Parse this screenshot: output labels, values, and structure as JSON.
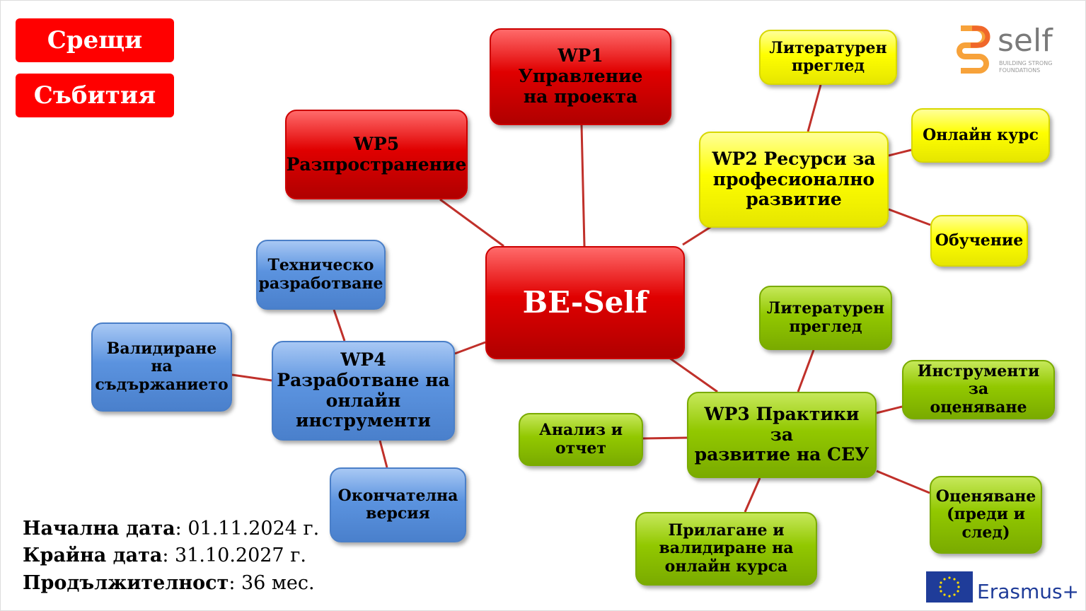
{
  "buttons": {
    "meetings": "Срещи",
    "events": "Събития"
  },
  "nodes": {
    "center": "BE-Self",
    "wp1": "WP1 Управление\nна проекта",
    "wp5": "WP5\nРазпространение",
    "wp2": "WP2 Ресурси за\nпрофесионално\nразвитие",
    "wp2_lit": "Литературен\nпреглед",
    "wp2_course": "Онлайн курс",
    "wp2_training": "Обучение",
    "wp4": "WP4\nРазработване на\nонлайн\nинструменти",
    "wp4_tech": "Техническо\nразработване",
    "wp4_valid": "Валидиране на\nсъдържанието",
    "wp4_final": "Окончателна\nверсия",
    "wp3": "WP3 Практики за\nразвитие на СЕУ",
    "wp3_lit": "Литературен\nпреглед",
    "wp3_tools": "Инструменти за\nоценяване",
    "wp3_analysis": "Анализ и\nотчет",
    "wp3_eval": "Оценяване\n(преди и\nслед)",
    "wp3_apply": "Прилагане и\nвалидиране на\nонлайн курса"
  },
  "info": {
    "start_label": "Начална дата",
    "start_value": ": 01.11.2024 г.",
    "end_label": "Крайна дата",
    "end_value": ": 31.10.2027 г.",
    "duration_label": "Продължителност",
    "duration_value": ": 36 мес."
  },
  "logos": {
    "self_word": "self",
    "self_tagline1": "BUILDING STRONG",
    "self_tagline2": "FOUNDATIONS",
    "erasmus": "Erasmus+"
  },
  "colors": {
    "red": "#e00000",
    "yellow": "#ffff00",
    "blue": "#5b93df",
    "green": "#92c800",
    "line": "#c0302a"
  }
}
